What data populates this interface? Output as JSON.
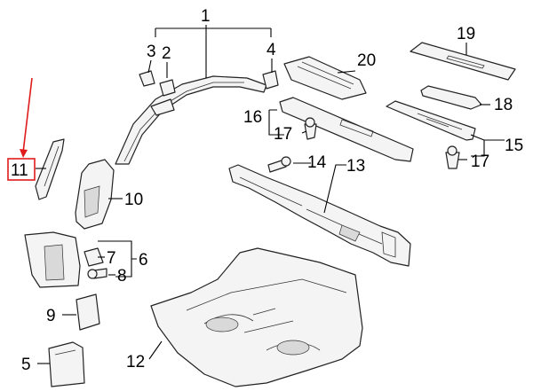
{
  "callouts": {
    "c1": "1",
    "c2": "2",
    "c3": "3",
    "c4": "4",
    "c5": "5",
    "c6": "6",
    "c7": "7",
    "c8": "8",
    "c9": "9",
    "c10": "10",
    "c11": "11",
    "c12": "12",
    "c13": "13",
    "c14": "14",
    "c15": "15",
    "c16": "16",
    "c17a": "17",
    "c17b": "17",
    "c18": "18",
    "c19": "19",
    "c20": "20"
  },
  "colors": {
    "ink": "#000000",
    "highlight": "#e01b1b",
    "part_fill": "#f4f4f4",
    "shade": "#d9d9d9"
  }
}
